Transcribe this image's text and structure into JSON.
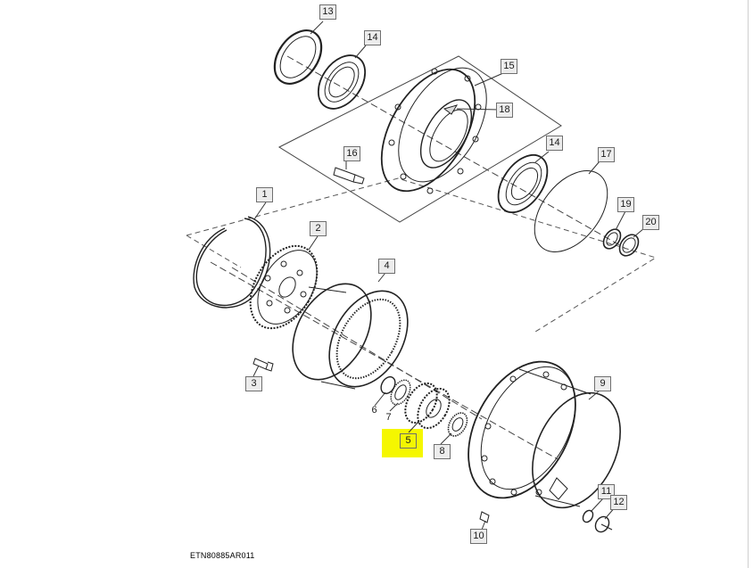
{
  "diagram": {
    "reference_code": "ETN80885AR011",
    "highlight_color": "#f5f700",
    "selected_part": "5",
    "callouts": {
      "c1": "1",
      "c2": "2",
      "c3": "3",
      "c4": "4",
      "c5": "5",
      "c6": "6",
      "c7": "7",
      "c8": "8",
      "c9": "9",
      "c10": "10",
      "c11": "11",
      "c12": "12",
      "c13": "13",
      "c14a": "14",
      "c14b": "14",
      "c15": "15",
      "c16": "16",
      "c17": "17",
      "c18": "18",
      "c19": "19",
      "c20": "20"
    }
  }
}
